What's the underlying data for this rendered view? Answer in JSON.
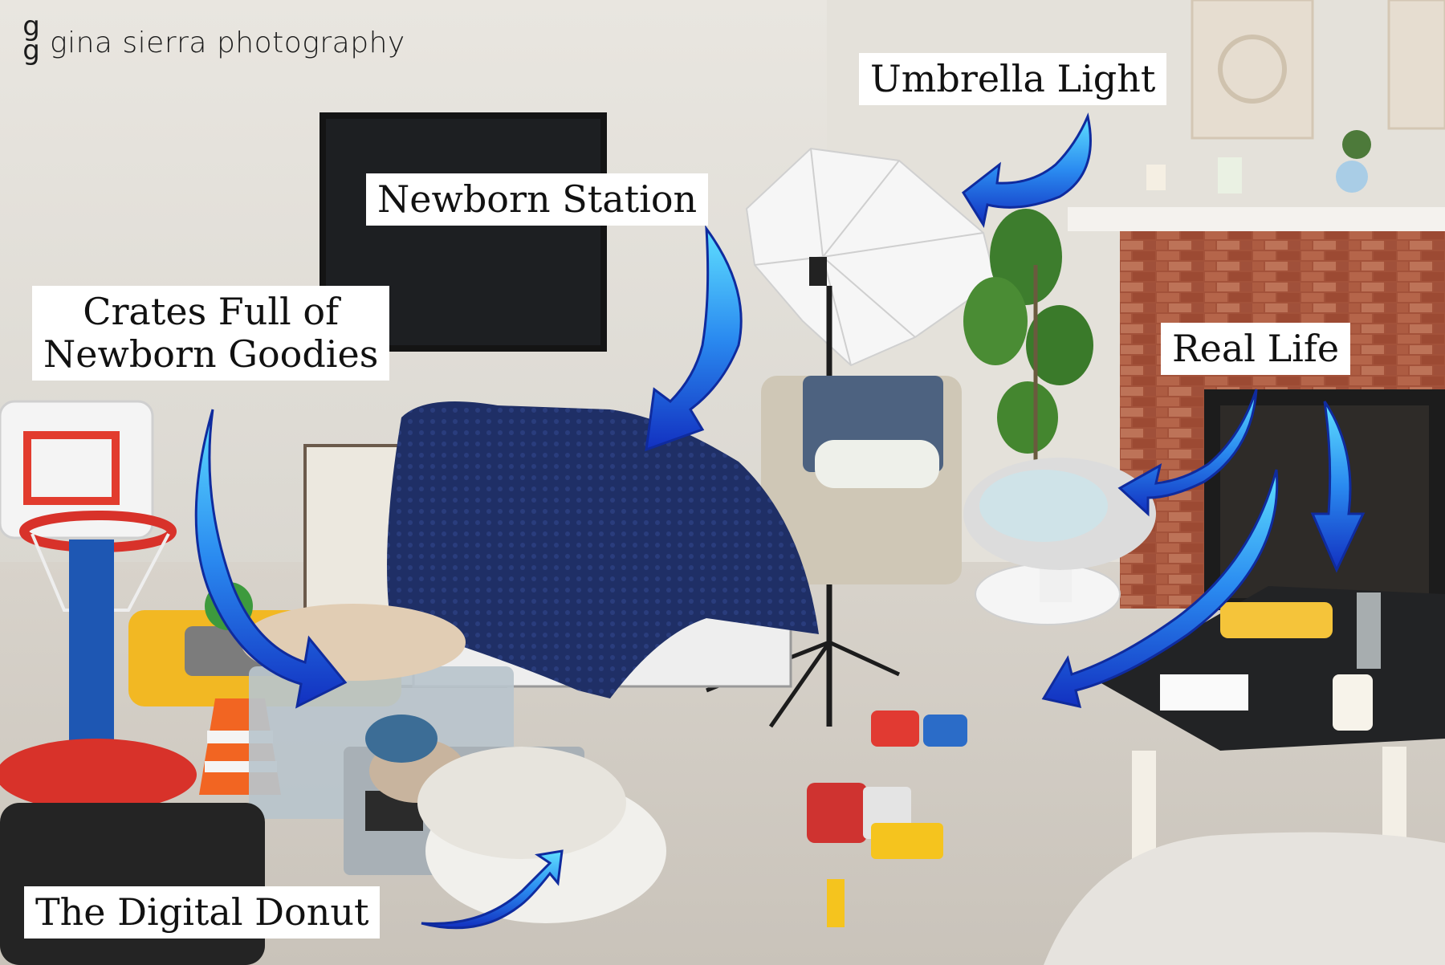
{
  "brand": {
    "mark": "g",
    "name": "gina sierra photography"
  },
  "labels": {
    "umbrella_light": "Umbrella Light",
    "newborn_station": "Newborn Station",
    "crates_line1": "Crates Full of",
    "crates_line2": "Newborn Goodies",
    "real_life": "Real Life",
    "digital_donut": "The Digital Donut"
  },
  "colors": {
    "arrow_light": "#4fd2ff",
    "arrow_dark": "#1432c8",
    "label_bg": "#ffffff",
    "blanket": "#1f2f66"
  }
}
